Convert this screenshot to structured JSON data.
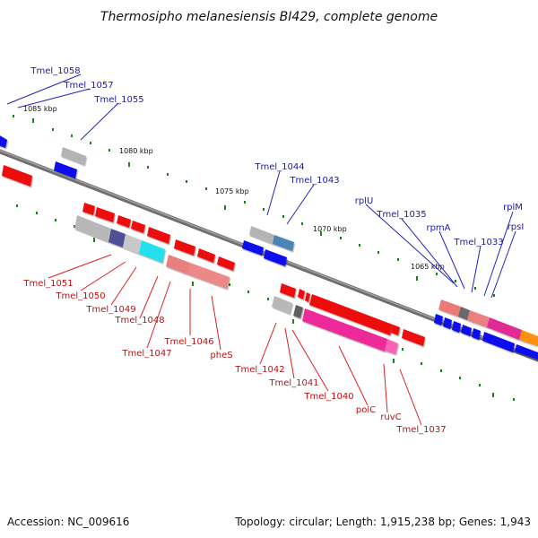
{
  "title": "Thermosipho melanesiensis BI429, complete genome",
  "footer": {
    "accession": "Accession: NC_009616",
    "summary": "Topology: circular; Length: 1,915,238 bp; Genes: 1,943"
  },
  "scale_labels": [
    "1085 kbp",
    "1080 kbp",
    "1075 kbp",
    "1070 kbp",
    "1065 kbp"
  ],
  "gene_labels_top": [
    "Tmel_1058",
    "Tmel_1057",
    "Tmel_1055",
    "Tmel_1044",
    "Tmel_1043",
    "rplU",
    "Tmel_1035",
    "rpmA",
    "Tmel_1033",
    "rplM",
    "rpsI"
  ],
  "gene_labels_bottom": [
    "Tmel_1051",
    "Tmel_1050",
    "Tmel_1049",
    "Tmel_1048",
    "Tmel_1047",
    "Tmel_1046",
    "pheS",
    "Tmel_1042",
    "Tmel_1041",
    "Tmel_1040",
    "polC",
    "ruvC",
    "Tmel_1037"
  ],
  "colors": {
    "backbone": "#808080",
    "forward_gene": "#0000ee",
    "reverse_gene": "#ee0000",
    "label_top": "#1a1aa8",
    "label_bottom": "#c01010",
    "tick": "#1e7f1e"
  }
}
